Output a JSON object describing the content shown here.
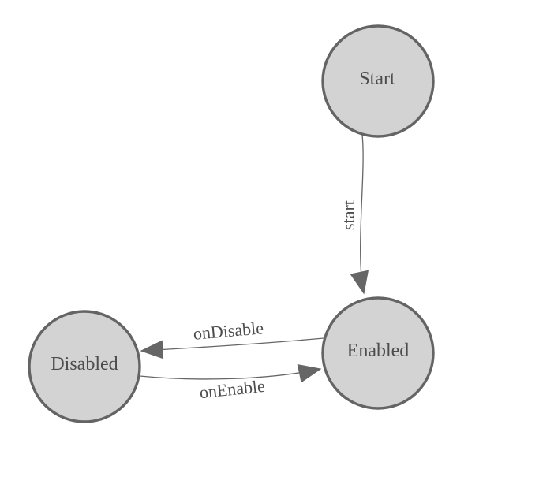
{
  "diagram": {
    "type": "state-machine",
    "colors": {
      "background": "#ffffff",
      "node_fill": "#d3d3d3",
      "node_stroke": "#646464",
      "edge_stroke": "#666666",
      "label_color": "#4c4c4c"
    },
    "nodes": [
      {
        "id": "start",
        "label": "Start"
      },
      {
        "id": "enabled",
        "label": "Enabled"
      },
      {
        "id": "disabled",
        "label": "Disabled"
      }
    ],
    "edges": [
      {
        "from": "Start",
        "to": "Enabled",
        "label": "start"
      },
      {
        "from": "Enabled",
        "to": "Disabled",
        "label": "onDisable"
      },
      {
        "from": "Disabled",
        "to": "Enabled",
        "label": "onEnable"
      }
    ]
  }
}
